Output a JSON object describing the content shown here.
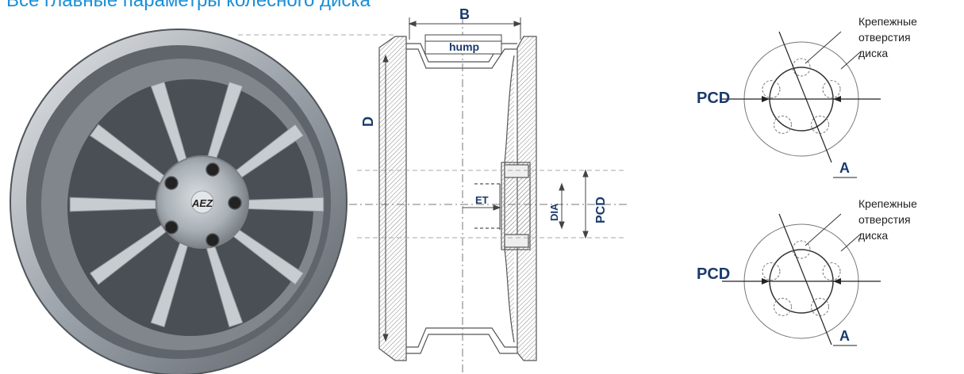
{
  "title": "Все главные параметры колесного диска",
  "labels": {
    "B": "B",
    "hump": "hump",
    "D": "D",
    "ET": "ET",
    "DIA": "DIA",
    "PCD_side": "PCD"
  },
  "top_diagram": {
    "caption_lines": [
      "Крепежные",
      "отверстия",
      "диска"
    ],
    "pcd": "PCD",
    "a": "A"
  },
  "bottom_diagram": {
    "caption_lines": [
      "Крепежные",
      "отверстия",
      "диска"
    ],
    "pcd": "PCD",
    "a": "A"
  },
  "logo_text": "AEZ",
  "colors": {
    "title": "#1a8fd8",
    "label": "#1a3a6b",
    "rim": "#9aa1a8"
  }
}
